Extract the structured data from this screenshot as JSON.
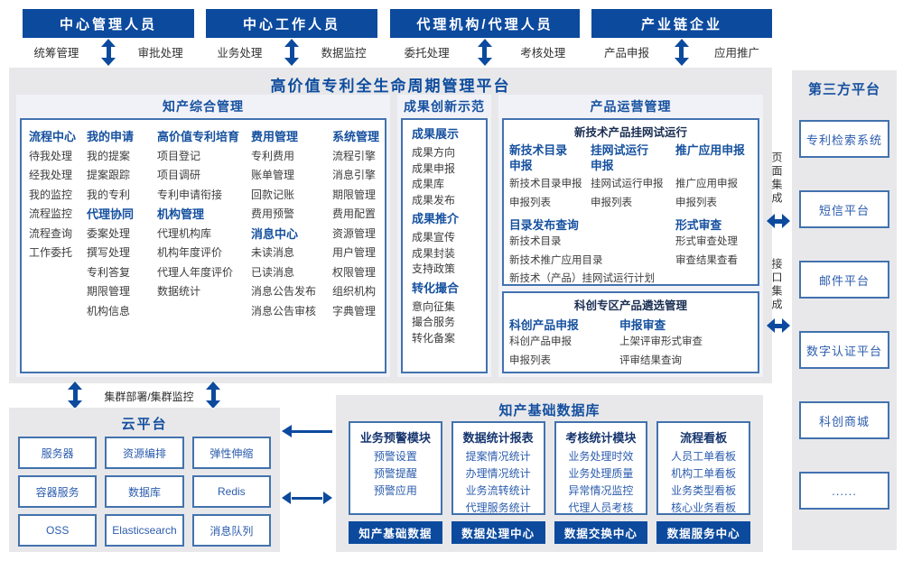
{
  "roles": [
    {
      "title": "中心管理人员",
      "left": "统筹管理",
      "right": "审批处理"
    },
    {
      "title": "中心工作人员",
      "left": "业务处理",
      "right": "数据监控"
    },
    {
      "title": "代理机构/代理人员",
      "left": "委托处理",
      "right": "考核处理"
    },
    {
      "title": "产业链企业",
      "left": "产品申报",
      "right": "应用推广"
    }
  ],
  "platform": {
    "title": "高价值专利全生命周期管理平台"
  },
  "ip_mgmt": {
    "title": "知产综合管理",
    "columns": [
      {
        "groups": [
          {
            "header": "流程中心",
            "items": [
              "待我处理",
              "经我处理",
              "我的监控",
              "流程监控",
              "流程查询",
              "工作委托"
            ]
          }
        ]
      },
      {
        "groups": [
          {
            "header": "我的申请",
            "items": [
              "我的提案",
              "提案跟踪",
              "我的专利"
            ]
          },
          {
            "header": "代理协同",
            "items": [
              "委案处理",
              "撰写处理",
              "专利答复",
              "期限管理",
              "机构信息"
            ]
          }
        ]
      },
      {
        "groups": [
          {
            "header": "高价值专利培育",
            "items": [
              "项目登记",
              "项目调研",
              "专利申请衔接"
            ]
          },
          {
            "header": "机构管理",
            "items": [
              "代理机构库",
              "机构年度评价",
              "代理人年度评价",
              "数据统计"
            ]
          }
        ]
      },
      {
        "groups": [
          {
            "header": "费用管理",
            "items": [
              "专利费用",
              "账单管理",
              "回款记账",
              "费用预警"
            ]
          },
          {
            "header": "消息中心",
            "items": [
              "未读消息",
              "已读消息",
              "消息公告发布",
              "消息公告审核"
            ]
          }
        ]
      },
      {
        "groups": [
          {
            "header": "系统管理",
            "items": [
              "流程引擎",
              "消息引擎",
              "期限管理",
              "费用配置",
              "资源管理",
              "用户管理",
              "权限管理",
              "组织机构",
              "字典管理"
            ]
          }
        ]
      }
    ]
  },
  "achievement": {
    "title": "成果创新示范",
    "groups": [
      {
        "header": "成果展示",
        "items": [
          "成果方向",
          "成果申报",
          "成果库",
          "成果发布"
        ]
      },
      {
        "header": "成果推介",
        "items": [
          "成果宣传",
          "成果封装",
          "支持政策"
        ]
      },
      {
        "header": "转化撮合",
        "items": [
          "意向征集",
          "撮合服务",
          "转化备案"
        ]
      }
    ]
  },
  "product_ops": {
    "title": "产品运营管理",
    "trial_box": {
      "title": "新技术产品挂网试运行",
      "declare_groups": [
        {
          "header": "新技术目录申报",
          "items": [
            "新技术目录申报",
            "申报列表"
          ]
        },
        {
          "header": "挂网试运行申报",
          "items": [
            "挂网试运行申报",
            "申报列表"
          ]
        },
        {
          "header": "推广应用申报",
          "items": [
            "推广应用申报",
            "申报列表"
          ]
        }
      ],
      "catalog_group": {
        "header": "目录发布查询",
        "items": [
          "新技术目录",
          "新技术推广应用目录",
          "新技术（产品）挂网试运行计划"
        ]
      },
      "review_group": {
        "header": "形式审查",
        "items": [
          "形式审查处理",
          "审查结果查看"
        ]
      }
    },
    "selection_box": {
      "title": "科创专区产品遴选管理",
      "groups": [
        {
          "header": "科创产品申报",
          "items": [
            "科创产品申报",
            "申报列表"
          ]
        },
        {
          "header": "申报审查",
          "items": [
            "上架评审形式审查",
            "评审结果查询"
          ]
        }
      ]
    }
  },
  "integration": {
    "page": "页面集成",
    "api": "接口集成"
  },
  "third_party": {
    "title": "第三方平台",
    "items": [
      "专利检索系统",
      "短信平台",
      "邮件平台",
      "数字认证平台",
      "科创商城",
      "......"
    ]
  },
  "cloud": {
    "title": "云平台",
    "cluster_label": "集群部署/集群监控",
    "items": [
      "服务器",
      "资源编排",
      "弹性伸缩",
      "容器服务",
      "数据库",
      "Redis",
      "OSS",
      "Elasticsearch",
      "消息队列"
    ]
  },
  "database": {
    "title": "知产基础数据库",
    "columns": [
      {
        "header": "业务预警模块",
        "items": [
          "预警设置",
          "预警提醒",
          "预警应用"
        ],
        "bar": "知产基础数据"
      },
      {
        "header": "数据统计报表",
        "items": [
          "提案情况统计",
          "办理情况统计",
          "业务流转统计",
          "代理服务统计"
        ],
        "bar": "数据处理中心"
      },
      {
        "header": "考核统计模块",
        "items": [
          "业务处理时效",
          "业务处理质量",
          "异常情况监控",
          "代理人员考核"
        ],
        "bar": "数据交换中心"
      },
      {
        "header": "流程看板",
        "items": [
          "人员工单看板",
          "机构工单看板",
          "业务类型看板",
          "核心业务看板"
        ],
        "bar": "数据服务中心"
      }
    ]
  },
  "colors": {
    "primary_blue": "#0c4a9e",
    "section_title_blue": "#15509f",
    "box_border_blue": "#4272ae",
    "item_gray": "#3d3d3d",
    "item_blue": "#2b5cad",
    "panel_gray": "#e8e8ea"
  }
}
